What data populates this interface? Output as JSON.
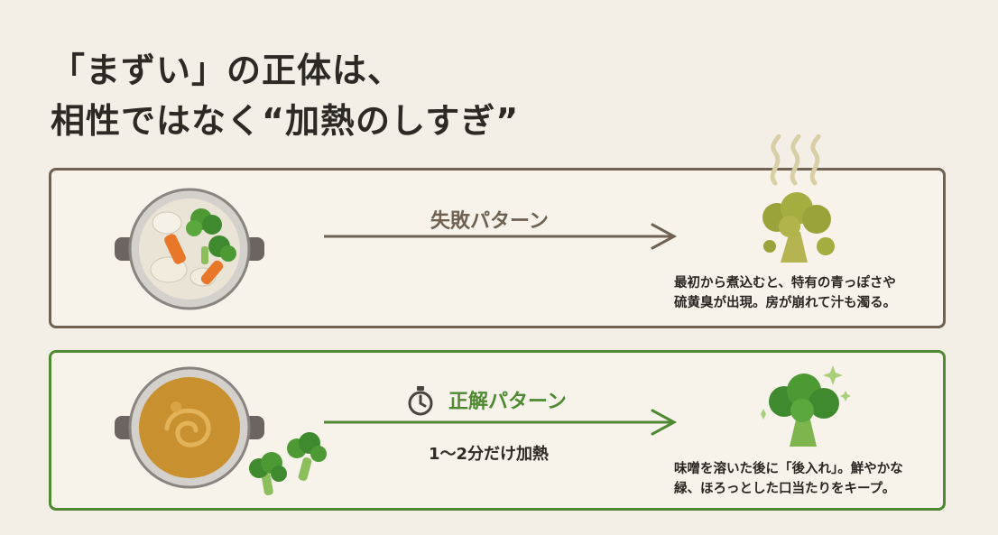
{
  "headline": {
    "line1": "「まずい」の正体は、",
    "line2": "相性ではなく“加熱のしすぎ”"
  },
  "fail": {
    "label": "失敗パターン",
    "desc_line1": "最初から煮込むと、特有の青っぽさや",
    "desc_line2": "硫黄臭が出現。房が崩れて汁も濁る。"
  },
  "ok": {
    "label": "正解パターン",
    "sub": "1～2分だけ加熱",
    "desc_line1": "味噌を溶いた後に「後入れ」。鮮やかな",
    "desc_line2": "緑、ほろっとした口当たりをキープ。"
  },
  "colors": {
    "background": "#f3efe6",
    "fail_border": "#6f6253",
    "ok_border": "#4f8a32",
    "broccoli_fresh": "#3f8a2e",
    "broccoli_overcooked": "#9aa33a"
  },
  "icons": [
    "pot-icon",
    "arrow-right-icon",
    "broccoli-icon",
    "steam-icon",
    "stopwatch-icon",
    "sparkle-icon"
  ]
}
